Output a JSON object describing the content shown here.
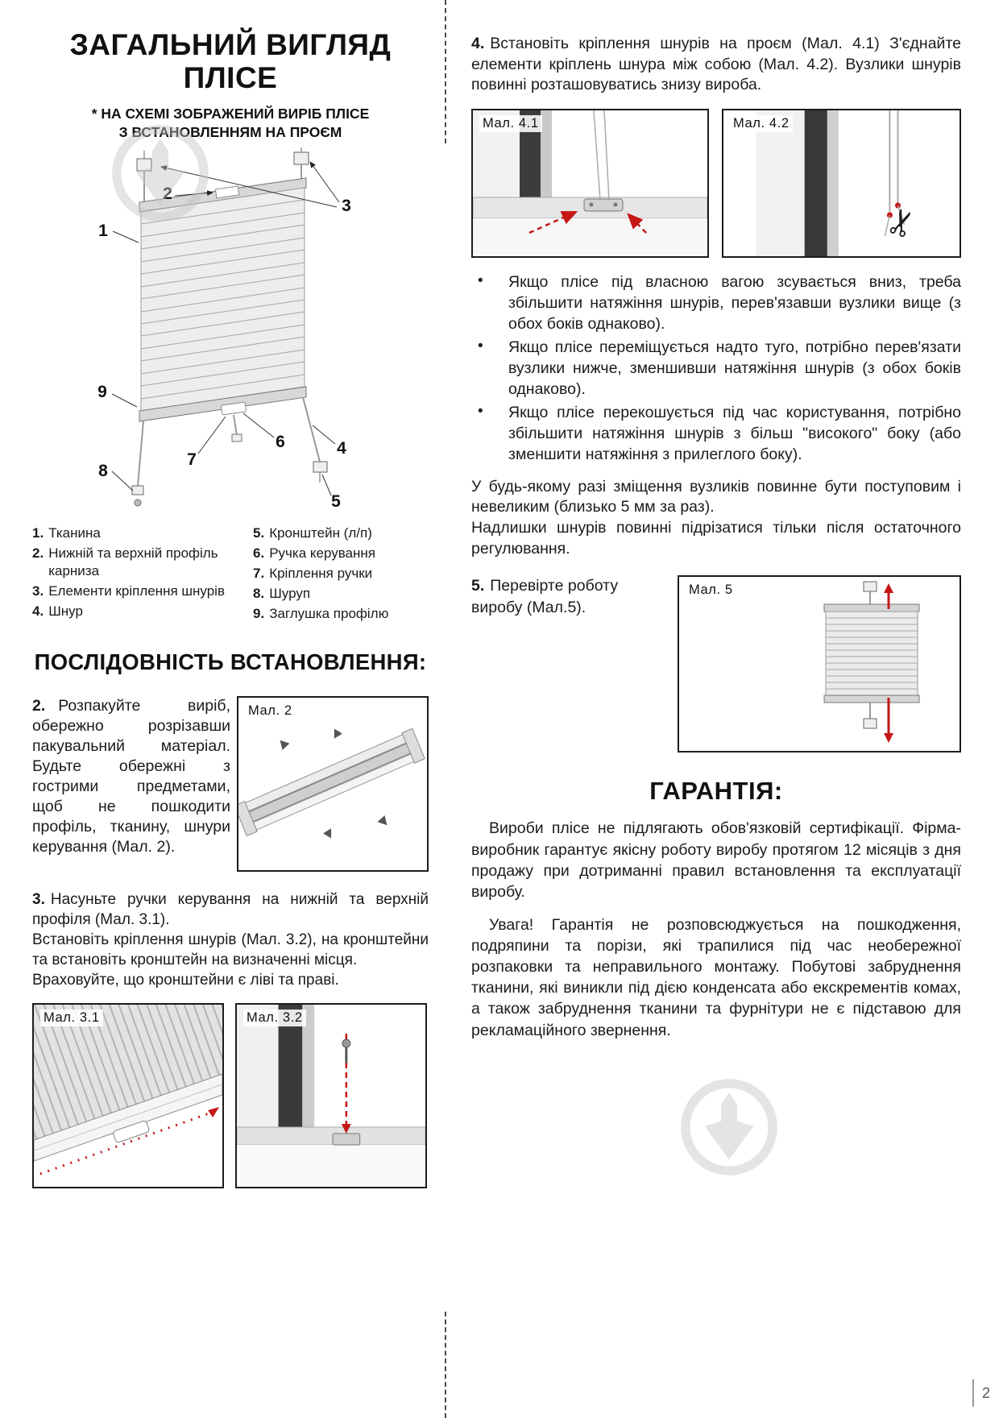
{
  "page_number": "2",
  "left": {
    "title": {
      "line1": "ЗАГАЛЬНИЙ ВИГЛЯД",
      "line2": "ПЛІСЕ"
    },
    "subtitle": {
      "line1": "* НА СХЕМІ ЗОБРАЖЕНИЙ ВИРІБ ПЛІСЕ",
      "line2": "З ВСТАНОВЛЕННЯМ НА ПРОЄМ"
    },
    "diagram": {
      "labels": {
        "n1": "1",
        "n2": "2",
        "n3": "3",
        "n4": "4",
        "n5": "5",
        "n6": "6",
        "n7": "7",
        "n8": "8",
        "n9": "9"
      }
    },
    "legend": {
      "col1": [
        {
          "num": "1.",
          "text": "Тканина"
        },
        {
          "num": "2.",
          "text": "Нижній та верхній профіль карниза"
        },
        {
          "num": "3.",
          "text": "Елементи кріплення шнурів"
        },
        {
          "num": "4.",
          "text": "Шнур"
        }
      ],
      "col2": [
        {
          "num": "5.",
          "text": "Кронштейн (л/п)"
        },
        {
          "num": "6.",
          "text": "Ручка керування"
        },
        {
          "num": "7.",
          "text": "Кріплення ручки"
        },
        {
          "num": "8.",
          "text": "Шуруп"
        },
        {
          "num": "9.",
          "text": "Заглушка профілю"
        }
      ]
    },
    "section_title": "ПОСЛІДОВНІСТЬ ВСТАНОВЛЕННЯ:",
    "step2": {
      "num": "2.",
      "text": "Розпакуйте виріб, обережно розрізавши пакувальний матеріал. Будьте обережні з гострими предметами, щоб не пошкодити профіль, тканину, шнури керування (Мал. 2)."
    },
    "fig2": {
      "label": "Мал. 2"
    },
    "step3": {
      "num": "3.",
      "p1": "Насуньте ручки керування на нижній та верхній профіля (Мал. 3.1).",
      "p2": "Встановіть кріплення шнурів (Мал. 3.2), на кронштейни та встановіть кронштейн на визначенні місця.",
      "p3": "Враховуйте, що кронштейни є ліві та праві."
    },
    "fig31": {
      "label": "Мал. 3.1"
    },
    "fig32": {
      "label": "Мал. 3.2"
    }
  },
  "right": {
    "step4": {
      "num": "4.",
      "text": "Встановіть кріплення шнурів на проєм (Мал. 4.1) З'єднайте елементи кріплень шнура між собою (Мал. 4.2). Вузлики шнурів повинні розташовуватись знизу вироба."
    },
    "fig41": {
      "label": "Мал. 4.1"
    },
    "fig42": {
      "label": "Мал. 4.2",
      "scissors": "✂"
    },
    "bullet_glyph": "•",
    "bullets": [
      "Якщо плісе під власною вагою зсувається вниз, треба збільшити натяжіння шнурів, перев'язавши вузлики вище (з обох боків однаково).",
      "Якщо плісе переміщується надто туго, потрібно перев'язати вузлики нижче, зменшивши натяжіння шнурів (з обох боків однаково).",
      "Якщо плісе перекошується під час користування, потрібно збільшити натяжіння шнурів з більш \"високого\" боку (або зменшити натяжіння з прилеглого боку)."
    ],
    "note": {
      "p1": "У будь-якому разі зміщення вузликів повинне бути поступовим і невеликим (близько 5 мм за раз).",
      "p2": "Надлишки шнурів повинні підрізатися тільки після остаточного регулювання."
    },
    "step5": {
      "num": "5.",
      "text": "Перевірте роботу виробу (Мал.5)."
    },
    "fig5": {
      "label": "Мал. 5"
    },
    "warranty": {
      "title": "ГАРАНТІЯ:",
      "p1": "Вироби плісе не підлягають обов'язковій сертифікації. Фірма-виробник гарантує якісну роботу виробу протягом 12 місяців з дня продажу при дотриманні правил встановлення та експлуатації виробу.",
      "p2": "Увага! Гарантія не розповсюджується на пошкодження, подряпини та порізи, які трапилися під час необережної розпаковки та неправильного монтажу. Побутові забруднення тканини, які виникли під дією конденсата або екскрементів комах, а також забруднення тканини та фурнітури не є підставою для рекламаційного звернення."
    }
  }
}
